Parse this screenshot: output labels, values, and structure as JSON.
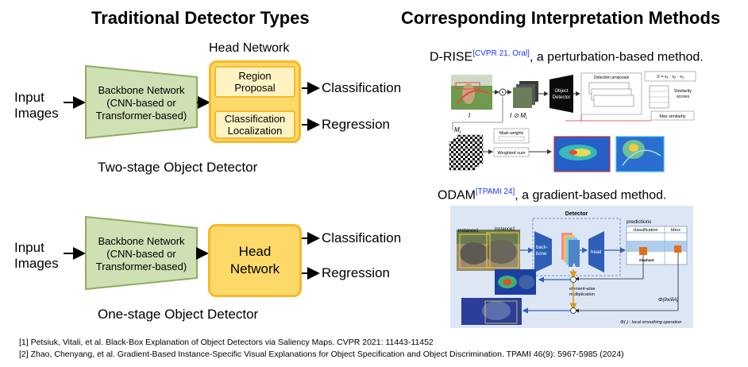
{
  "left_title": "Traditional Detector Types",
  "right_title": "Corresponding Interpretation Methods",
  "two_stage": {
    "input": [
      "Input",
      "Images"
    ],
    "backbone": [
      "Backbone Network",
      "(CNN-based or",
      "Transformer-based)"
    ],
    "head_title": "Head Network",
    "region": [
      "Region",
      "Proposal"
    ],
    "cls_loc": [
      "Classification",
      "Localization"
    ],
    "out_cls": "Classification",
    "out_reg": "Regression",
    "caption": "Two-stage Object Detector"
  },
  "one_stage": {
    "input": [
      "Input",
      "Images"
    ],
    "backbone": [
      "Backbone Network",
      "(CNN-based or",
      "Transformer-based)"
    ],
    "head": [
      "Head",
      "Network"
    ],
    "out_cls": "Classification",
    "out_reg": "Regression",
    "caption": "One-stage Object Detector"
  },
  "drise": {
    "name": "D-RISE",
    "cite": "[CVPR 21, Oral]",
    "desc": ", a perturbation-based method.",
    "fig": {
      "i_label": "I",
      "masked": "I ⊙ M",
      "masked_sub": "i",
      "detector": [
        "Object",
        "Detector"
      ],
      "proposals": "Detection proposals",
      "formula": "S = s₁ · s₂ · s₃",
      "sim": [
        "Similarity",
        "scores"
      ],
      "max_sim": "Max similarity",
      "mi": "M",
      "mi_sub": "i",
      "mask_weights": "Mask weights",
      "weighted_sum": "Weighted sum"
    }
  },
  "odam": {
    "name": "ODAM",
    "cite": "[TPAMI 24]",
    "desc": ", a gradient-based method.",
    "fig": {
      "detector": "Detector",
      "instance1": "instance1",
      "instance2": "instance2",
      "backbone": [
        "back-",
        "bone"
      ],
      "a_label": "A",
      "head": "head",
      "predictions": "predictions",
      "classification": "classification",
      "bbox": "bbox",
      "elephant": "elephant",
      "elementwise": [
        "element-wise",
        "multiplication"
      ],
      "phi": "Φ(∂x/∂A)",
      "phi_note": "Φ(·) : local smoothing operation"
    }
  },
  "references": [
    "[1] Petsiuk, Vitali, et al. Black-Box Explanation of Object Detectors via Saliency Maps. CVPR 2021: 11443-11452",
    "[2] Zhao, Chenyang, et al. Gradient-Based Instance-Specific Visual Explanations for Object Specification and Object Discrimination. TPAMI 46(9): 5967-5985 (2024)"
  ],
  "colors": {
    "backbone_fill": "#cfe0b4",
    "backbone_stroke": "#8fad5e",
    "head_fill": "#fdd96a",
    "head_stroke": "#f7b829",
    "cite_blue": "#1a35ff",
    "odam_bg": "#dce6f5"
  }
}
